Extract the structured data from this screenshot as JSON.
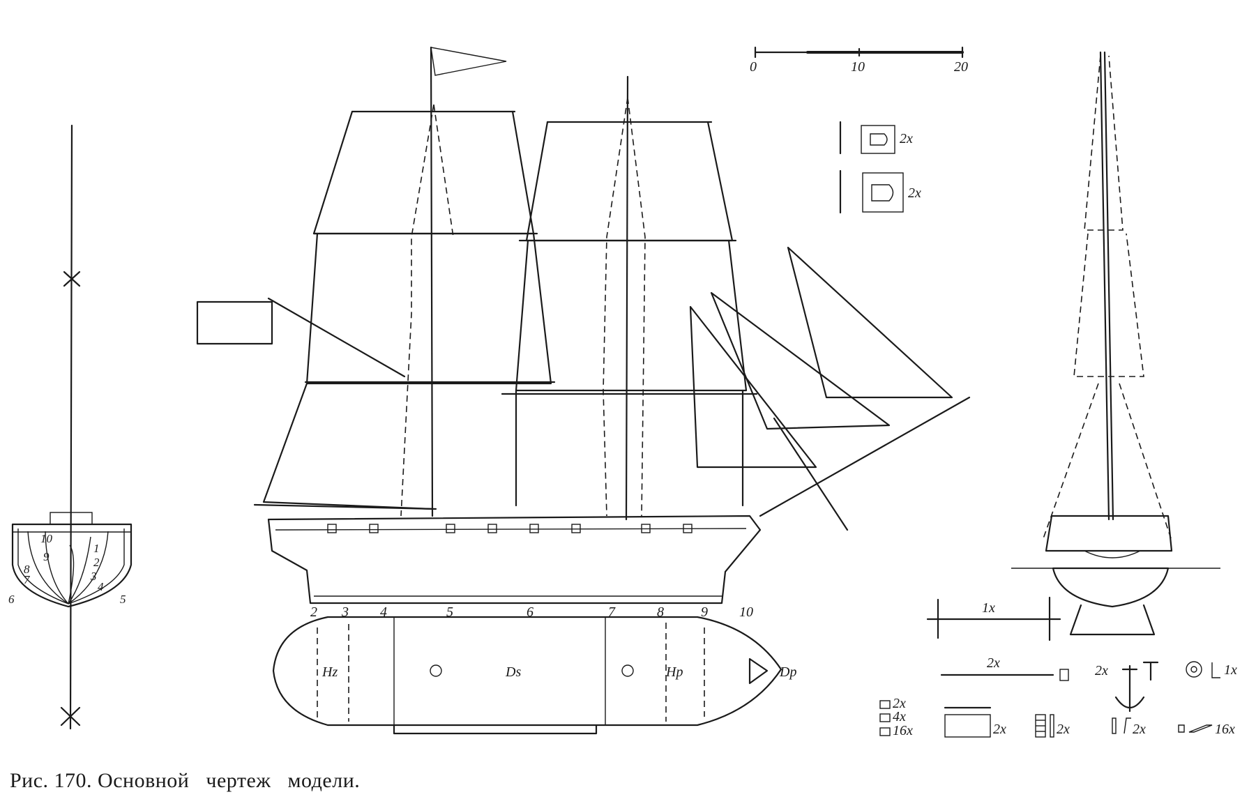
{
  "caption": "Рис. 170. Основной   чертеж   модели.",
  "scale_bar": {
    "ticks": [
      "0",
      "10",
      "20"
    ]
  },
  "station_numbers": [
    "2",
    "3",
    "4",
    "5",
    "6",
    "7",
    "8",
    "9",
    "10"
  ],
  "deck_labels": {
    "aft": "Hz",
    "mid": "Ds",
    "fore": "Hp",
    "bow": "Dp"
  },
  "section_numbers": {
    "a": "10",
    "b": "9",
    "c": "8",
    "d": "7",
    "e": "6",
    "f": "1",
    "g": "2",
    "h": "3",
    "i": "4",
    "j": "5"
  },
  "part_counts": {
    "boat_small": "2x",
    "boat_large": "2x",
    "windlass": "1x",
    "pump": "2x",
    "anchor": "2x",
    "wheel": "1x",
    "box_a": "2x",
    "box_b": "4x",
    "box_c": "16x",
    "hatch": "2x",
    "ladder": "2x",
    "davit": "2x",
    "cleat": "16x"
  },
  "colors": {
    "ink": "#1a1a1a",
    "paper": "#ffffff"
  }
}
